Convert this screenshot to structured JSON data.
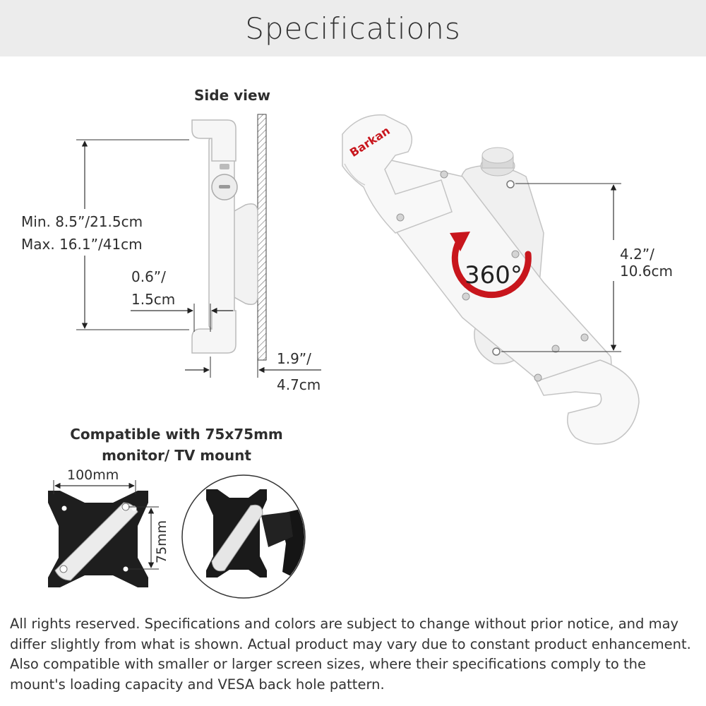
{
  "header": {
    "title": "Specifications"
  },
  "side_view": {
    "title": "Side view",
    "height_min": "Min. 8.5”/21.5cm",
    "height_max": "Max. 16.1”/41cm",
    "lip_depth_line1": "0.6”/",
    "lip_depth_line2": "1.5cm",
    "wall_depth_line1": "1.9”/",
    "wall_depth_line2": "4.7cm"
  },
  "angled_view": {
    "brand": "Barkan",
    "rotation": "360°",
    "hole_spacing_line1": "4.2”/",
    "hole_spacing_line2": "10.6cm"
  },
  "vesa": {
    "title_line1": "Compatible with 75x75mm",
    "title_line2": "monitor/ TV mount",
    "width_label": "100mm",
    "height_label": "75mm"
  },
  "footer": {
    "text": "All rights reserved. Specifications and colors are subject to change without prior notice, and may differ slightly from what is shown. Actual product may vary due to constant product enhancement. Also compatible with smaller or larger screen sizes, where their specifications comply to the mount's loading capacity and VESA back hole pattern."
  },
  "colors": {
    "header_bg": "#ececec",
    "accent_red": "#c8161d",
    "plate_black": "#1e1e1e",
    "mount_white": "#f4f4f4"
  }
}
